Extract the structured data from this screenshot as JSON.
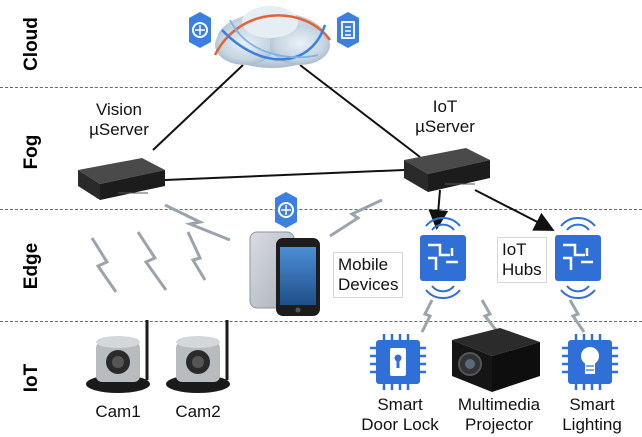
{
  "tiers": [
    {
      "key": "cloud",
      "label": "Cloud"
    },
    {
      "key": "fog",
      "label": "Fog"
    },
    {
      "key": "edge",
      "label": "Edge"
    },
    {
      "key": "iot",
      "label": "IoT"
    }
  ],
  "nodes": {
    "vision_server": {
      "line1": "Vision",
      "line2": "µServer"
    },
    "iot_server": {
      "line1": "IoT",
      "line2": "µServer"
    },
    "mobile_devices": {
      "line1": "Mobile",
      "line2": "Devices"
    },
    "iot_hubs": {
      "line1": "IoT",
      "line2": "Hubs"
    },
    "cam1": "Cam1",
    "cam2": "Cam2",
    "door_lock": {
      "line1": "Smart",
      "line2": "Door Lock"
    },
    "projector": {
      "line1": "Multimedia",
      "line2": "Projector"
    },
    "lighting": {
      "line1": "Smart",
      "line2": "Lighting"
    }
  },
  "colors": {
    "accent_blue": "#3b7fe0",
    "hub_blue": "#2f6fd6",
    "device_dark": "#2a2a2a",
    "dashed": "#6a6a6a"
  },
  "icons": [
    "ai-brain-icon",
    "document-list-icon",
    "cloud-icon",
    "fog-server-icon",
    "iot-hub-chip-icon",
    "smart-lock-chip-icon",
    "projector-icon",
    "light-bulb-chip-icon",
    "ip-camera-icon",
    "smartphone-icon",
    "wireless-link-icon"
  ]
}
